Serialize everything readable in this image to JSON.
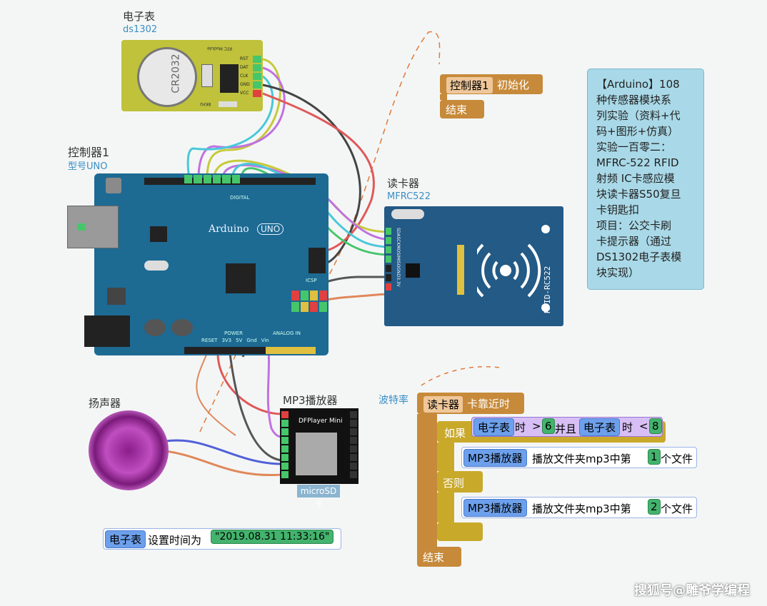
{
  "rtc": {
    "title": "电子表",
    "model": "ds1302",
    "chip_label": "CR2032",
    "board_label": "RTC Module",
    "pins": [
      "RST",
      "DAT",
      "CLK",
      "GND",
      "VCC"
    ],
    "crystal_label": "8KHz"
  },
  "arduino": {
    "title": "控制器1",
    "model": "型号UNO",
    "board_label": "Arduino",
    "uno_label": "UNO",
    "digital_label": "DIGITAL",
    "power_label": "POWER",
    "analog_label": "ANALOG IN",
    "icsp_label": "ICSP",
    "power_pins": [
      "RESET",
      "3V3",
      "5V",
      "Gnd",
      "Vin"
    ]
  },
  "reader": {
    "title": "读卡器",
    "model": "MFRC522",
    "board_label": "RFID-RC522",
    "pins": [
      "SDA",
      "SCK",
      "MOSI",
      "MISO",
      "GND",
      "3.3V"
    ]
  },
  "speaker": {
    "title": "扬声器"
  },
  "mp3": {
    "title": "MP3播放器",
    "board_label": "DFPlayer Mini",
    "card_label": "microSD卡"
  },
  "baud_label": "波特率",
  "init_block": {
    "controller": "控制器1",
    "action": "初始化",
    "end": "结束"
  },
  "event_block": {
    "reader": "读卡器",
    "event": "卡靠近时",
    "if_label": "如果",
    "rtc1": "电子表",
    "unit1": "时",
    "op1": ">",
    "num1": "6",
    "and_label": "并且",
    "rtc2": "电子表",
    "unit2": "时",
    "op2": "<",
    "num2": "8",
    "mp3_a": "MP3播放器",
    "play_a": "播放文件夹mp3中第",
    "file_a": "1",
    "tail_a": "个文件",
    "else_label": "否则",
    "mp3_b": "MP3播放器",
    "play_b": "播放文件夹mp3中第",
    "file_b": "2",
    "tail_b": "个文件",
    "end": "结束"
  },
  "set_time": {
    "rtc": "电子表",
    "action": "设置时间为",
    "value": "\"2019.08.31  11:33:16\""
  },
  "note_text": "【Arduino】108\n种传感器模块系\n列实验（资料+代\n码+图形+仿真）\n实验一百零二：\nMFRC-522 RFID\n射频 IC卡感应模\n块读卡器S50复旦\n卡钥匙扣\n项目：公交卡刷\n卡提示器（通过\nDS1302电子表模\n块实现）",
  "watermark": "搜狐号@雕爷学编程",
  "colors": {
    "arduino_blue": "#1d6a93",
    "rfid_blue": "#235a86",
    "rtc_yellow": "#bfc23a",
    "block_orange": "#c68a3a",
    "block_gold": "#c9a92a",
    "note_bg": "#a9d9e8"
  }
}
